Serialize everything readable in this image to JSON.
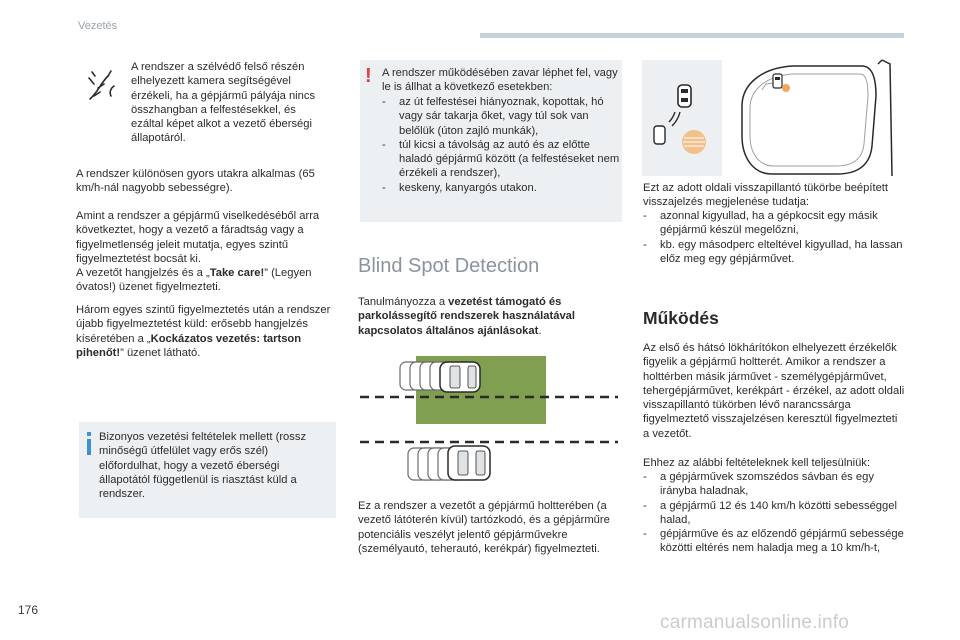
{
  "header": {
    "section": "Vezetés"
  },
  "page_number": "176",
  "watermark": "carmanualsonline.info",
  "left_column": {
    "camera_text": "A rendszer a szélvédő felső részén elhelyezett kamera segítségével érzékeli, ha a gépjármű pályája nincs összhangban a felfestésekkel, és ezáltal képet alkot a vezető éberségi állapotáról.",
    "p1": "A rendszer különösen gyors utakra alkalmas (65 km/h-nál nagyobb sebességre).",
    "p2_a": "Amint a rendszer a gépjármű viselkedéséből arra következtet, hogy a vezető a fáradtság vagy a figyelmetlenség jeleit mutatja, egyes szintű figyelmeztetést bocsát ki.",
    "p2_b_pre": "A vezetőt hangjelzés és a „",
    "p2_b_bold": "Take care!",
    "p2_b_post": "” (Legyen óvatos!) üzenet figyelmezteti.",
    "p3_pre": "Három egyes szintű figyelmeztetés után a rendszer újabb figyelmeztetést küld: erősebb hangjelzés kíséretében a „",
    "p3_bold": "Kockázatos vezetés: tartson pihenőt!",
    "p3_post": "” üzenet látható.",
    "info_note": "Bizonyos vezetési feltételek mellett (rossz minőségű útfelület vagy erős szél) előfordulhat, hogy a vezető éberségi állapotától függetlenül is riasztást küld a rendszer."
  },
  "middle_column": {
    "warn_intro": "A rendszer működésében zavar léphet fel, vagy le is állhat a következő esetekben:",
    "warn_items": [
      "az út felfestései hiányoznak, kopottak, hó vagy sár takarja őket, vagy túl sok van belőlük (úton zajló munkák),",
      "túl kicsi a távolság az autó és az előtte haladó gépjármű között (a felfestéseket nem érzékeli a rendszer),",
      "keskeny, kanyargós utakon."
    ],
    "bsd_title": "Blind Spot Detection",
    "bsd_intro_pre": "Tanulmányozza a ",
    "bsd_intro_bold": "vezetést támogató és parkolássegítő rendszerek használatával kapcsolatos általános ajánlásokat",
    "bsd_intro_post": ".",
    "bsd_desc": "Ez a rendszer a vezetőt a gépjármű holtterében (a vezető látóterén kívül) tartózkodó, és a gépjárműre potenciális veszélyt jelentő gépjárművekre (személyautó, teherautó, kerékpár) figyelmezteti."
  },
  "right_column": {
    "mirror_text": "Ezt az adott oldali visszapillantó tükörbe beépített visszajelzés megjelenése tudatja:",
    "mirror_items": [
      "azonnal kigyullad, ha a gépkocsit egy másik gépjármű készül megelőzni,",
      "kb. egy másodperc elteltével kigyullad, ha lassan előz meg egy gépjárművet."
    ],
    "operation_title": "Működés",
    "operation_text": "Az első és hátsó lökhárítókon elhelyezett érzékelők figyelik a gépjármű holtterét. Amikor a rendszer a holttérben másik járművet - személygépjárművet, tehergépjárművet, kerékpárt - érzékel, az adott oldali visszapillantó tükörben lévő narancssárga figyelmeztető visszajelzésen keresztül figyelmezteti a vezetőt.",
    "conditions_intro": "Ehhez az alábbi feltételeknek kell teljesülniük:",
    "conditions_items": [
      "a gépjárművek szomszédos sávban és egy irányba haladnak,",
      "a gépjármű 12 és 140 km/h közötti sebességgel halad,",
      "gépjárműve és az előzendő gépjármű sebessége közötti eltérés nem haladja meg a 10 km/h-t,"
    ]
  },
  "colors": {
    "note_bg": "#edf0f2",
    "warning_red": "#e03a3e",
    "info_blue": "#3e8fd6",
    "road_green": "#7a9a47",
    "indicator_orange": "#f2c08a"
  },
  "icons": {
    "lane_icon": "lane-departure-icon",
    "warning_icon": "exclamation-icon",
    "info_icon": "info-icon"
  }
}
